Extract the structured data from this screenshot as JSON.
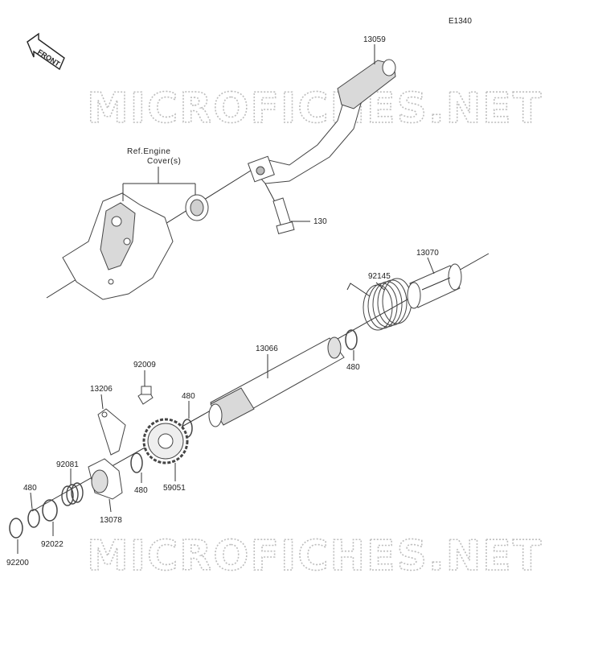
{
  "diagram": {
    "code": "E1340",
    "front_label": "FRONT",
    "reference": {
      "line1": "Ref.Engine",
      "line2": "Cover(s)"
    },
    "watermark": "MICROFICHES.NET",
    "parts": {
      "p13059": "13059",
      "p130": "130",
      "p13070": "13070",
      "p92145": "92145",
      "p13066": "13066",
      "p480a": "480",
      "p92009": "92009",
      "p13206": "13206",
      "p480b": "480",
      "p92081": "92081",
      "p480c": "480",
      "p480d": "480",
      "p59051": "59051",
      "p13078": "13078",
      "p92022": "92022",
      "p92200": "92200"
    }
  }
}
